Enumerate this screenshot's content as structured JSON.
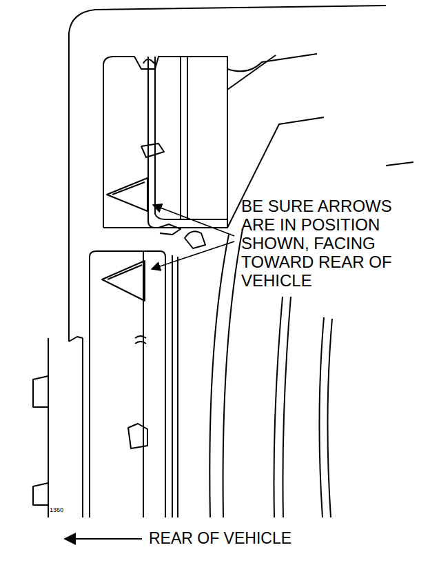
{
  "diagram": {
    "labels": [
      "BE SURE ARROWS ARE IN POSITION SHOWN, FACING TOWARD REAR OF VEHICLE",
      "REAR OF VEHICLE",
      "1360"
    ]
  }
}
